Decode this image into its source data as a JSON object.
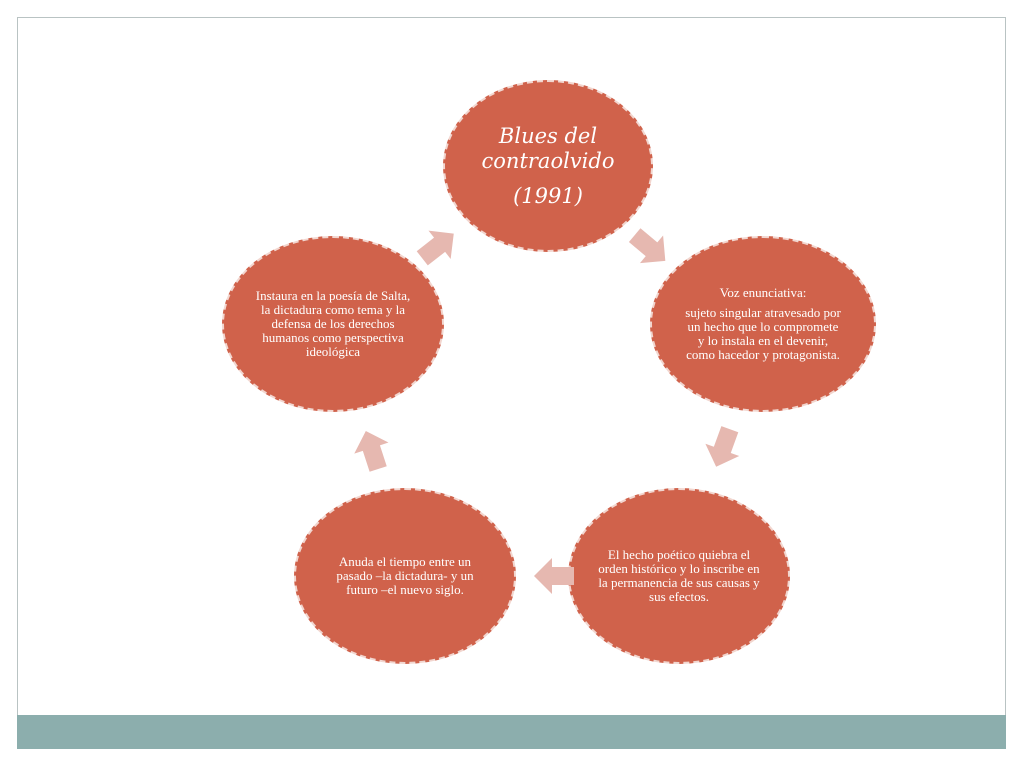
{
  "colors": {
    "node_fill": "#d0624b",
    "arrow_fill": "#e6b8b0",
    "footer_bar": "#8caead"
  },
  "diagram": {
    "type": "cycle",
    "nodes": [
      {
        "title": "Blues del contraolvido",
        "subtitle": "(1991)"
      },
      {
        "heading": "Voz enunciativa:",
        "body": "sujeto singular atravesado por un hecho que lo compromete y lo instala en el devenir, como hacedor y protagonista."
      },
      {
        "body": "El hecho poético quiebra el orden histórico y lo inscribe en la permanencia de sus causas y sus efectos."
      },
      {
        "body": "Anuda el tiempo entre un pasado –la dictadura- y un futuro –el nuevo siglo."
      },
      {
        "body": "Instaura en la poesía de Salta, la dictadura como tema y la defensa de los derechos humanos como perspectiva ideológica"
      }
    ]
  }
}
